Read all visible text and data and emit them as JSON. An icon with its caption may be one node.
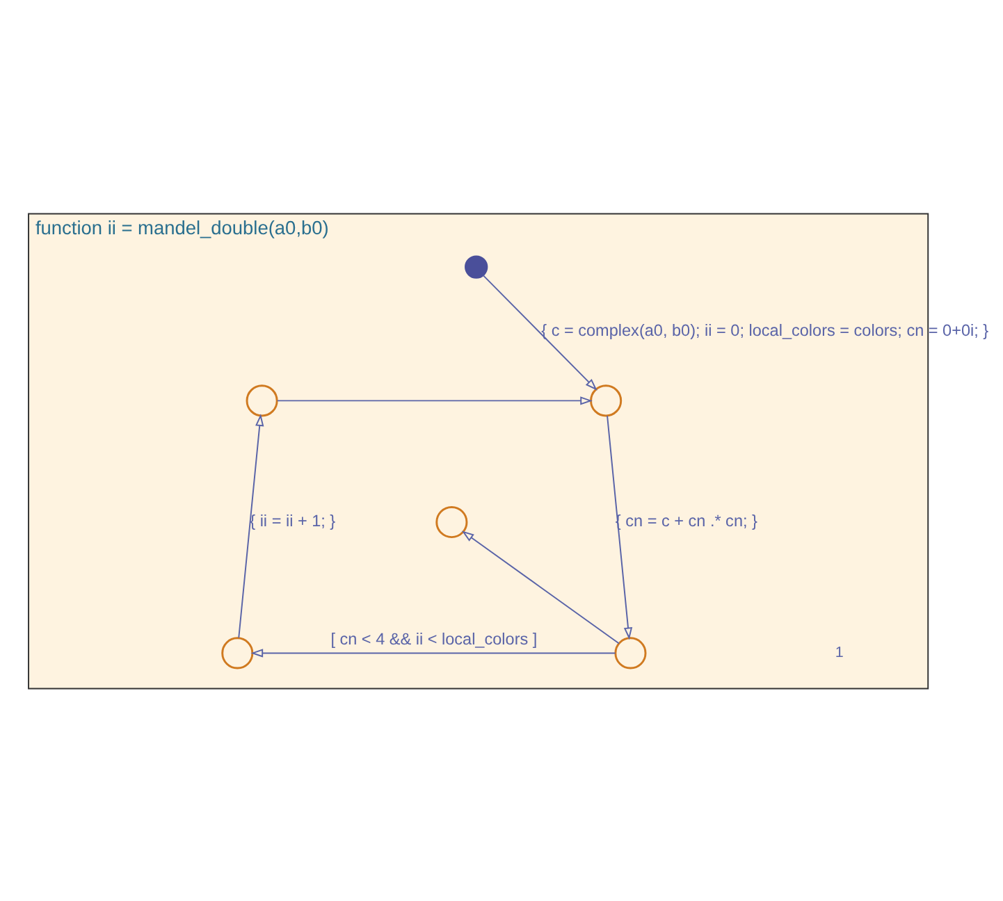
{
  "diagram": {
    "nodes": [
      {
        "text": [
          "function ii = mandel_double(a0,b0)"
        ]
      },
      {
        "text": [],
        "shape": "circle",
        "in": 0
      },
      {
        "text": [],
        "shape": "circle",
        "in": 0
      },
      {
        "text": [],
        "shape": "circle",
        "in": 0
      },
      {
        "text": [],
        "shape": "circle",
        "in": 0
      },
      {
        "text": [],
        "shape": "circle",
        "in": 0
      },
      {
        "text": [],
        "shape": "circle",
        "in": 0
      }
    ],
    "edges": [
      {
        "from": 1,
        "to": 3,
        "arrow": "to",
        "label": "{ c = complex(a0, b0); ii = 0; local_colors = colors; cn = 0+0i; }"
      },
      {
        "from": 2,
        "to": 3,
        "arrow": "to"
      },
      {
        "from": 3,
        "to": 6,
        "arrow": "to",
        "label": "{ cn = c + cn .* cn; }"
      },
      {
        "from": 6,
        "to": 4,
        "arrow": "to"
      },
      {
        "from": 6,
        "to": 5,
        "arrow": "to",
        "label": "[ cn < 4 && ii < local_colors ]"
      },
      {
        "from": 5,
        "to": 2,
        "arrow": "to",
        "label": "{ ii = ii + 1; }"
      }
    ],
    "labels": [
      "1"
    ]
  }
}
